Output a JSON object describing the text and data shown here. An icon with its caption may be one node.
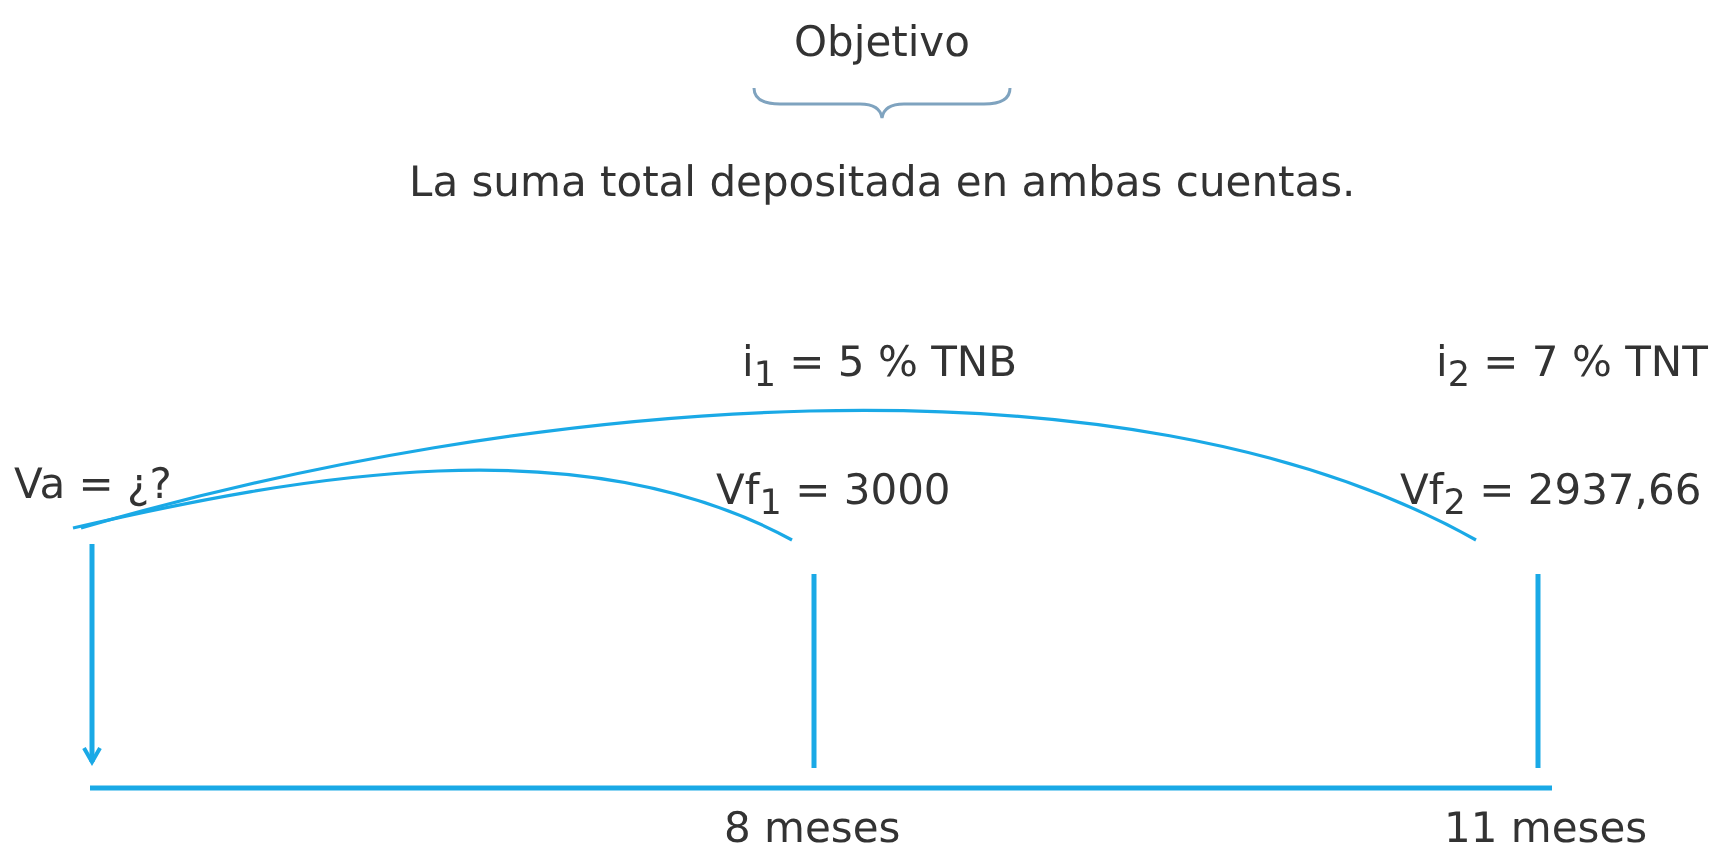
{
  "diagram": {
    "nodes": [
      {
        "text": [
          "Va = ¿?"
        ]
      },
      {
        "text": [
          "Vf$_{1}$ = 3000"
        ]
      },
      {
        "text": [
          "Vf$_{2}$ = 2937,66"
        ]
      }
    ],
    "edges": [
      {
        "from": 0,
        "to": 1,
        "arrow": "none"
      },
      {
        "from": 0,
        "to": 2,
        "arrow": "none"
      }
    ],
    "labels": [
      "Objetivo",
      "La suma total depositada en ambas cuentas.",
      "i$_{1}$ = 5 % TNB",
      "i$_{2}$ = 7 % TNT",
      "8 meses",
      "11 meses"
    ]
  }
}
